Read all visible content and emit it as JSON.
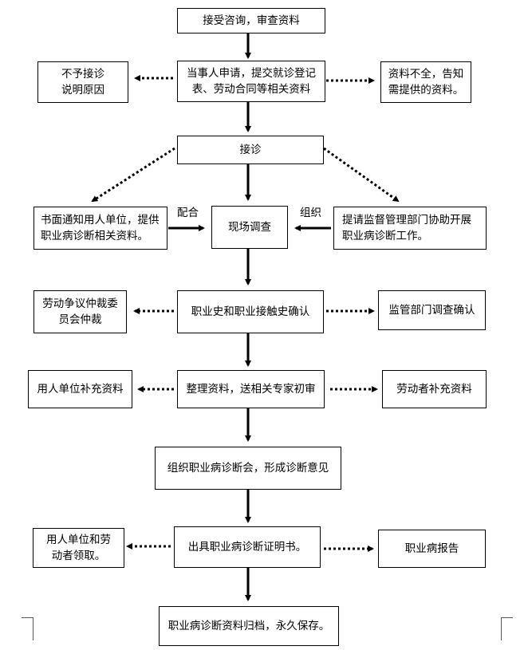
{
  "nodes": {
    "n1": "接受咨询，审查资料",
    "n2a": "当事人申请，提交就诊登记",
    "n2b": "表、劳动合同等相关资料",
    "n2_left_a": "不予接诊",
    "n2_left_b": "说明原因",
    "n2_right_a": "资料不全，告知",
    "n2_right_b": "需提供的资料。",
    "n3": "接诊",
    "n3_left_a": "书面通知用人单位，提供",
    "n3_left_b": "职业病诊断相关资料。",
    "n3_right_a": "提请监督管理部门协助开展",
    "n3_right_b": "职业病诊断工作。",
    "n4": "现场调查",
    "n5": "职业史和职业接触史确认",
    "n5_left_a": "劳动争议仲裁委",
    "n5_left_b": "员会仲裁",
    "n5_right": "监管部门调查确认",
    "n6": "整理资料，送相关专家初审",
    "n6_left": "用人单位补充资料",
    "n6_right": "劳动者补充资料",
    "n7": "组织职业病诊断会，形成诊断意见",
    "n8": "出具职业病诊断证明书。",
    "n8_left_a": "用人单位和劳",
    "n8_left_b": "动者领取。",
    "n8_right": "职业病报告",
    "n9": "职业病诊断资料归档，永久保存。"
  },
  "edge_labels": {
    "cooperate": "配合",
    "organize": "组织"
  }
}
